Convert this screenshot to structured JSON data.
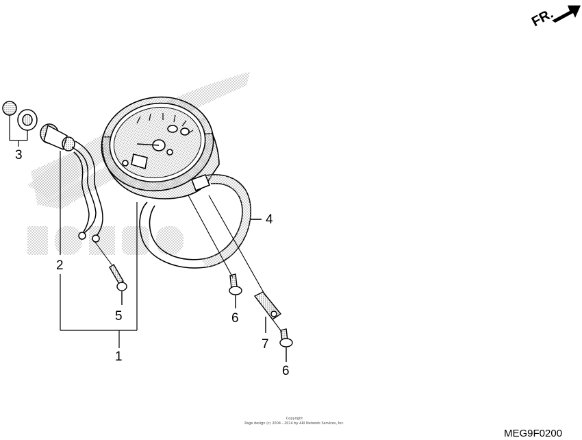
{
  "direction_indicator": {
    "label": "FR."
  },
  "callouts": {
    "c1": "1",
    "c2": "2",
    "c3": "3",
    "c4": "4",
    "c5": "5",
    "c6a": "6",
    "c6b": "6",
    "c7": "7"
  },
  "footer": {
    "copyright_line1": "Copyright",
    "copyright_line2": "Page design (c) 2004 - 2014 by ARI Network Services, Inc.",
    "diagram_code": "MEG9F0200"
  },
  "colors": {
    "line": "#000000",
    "watermark_dots": "#b8b8b8",
    "background": "#ffffff"
  },
  "icons": {
    "front_arrow": "arrow-right-icon"
  }
}
